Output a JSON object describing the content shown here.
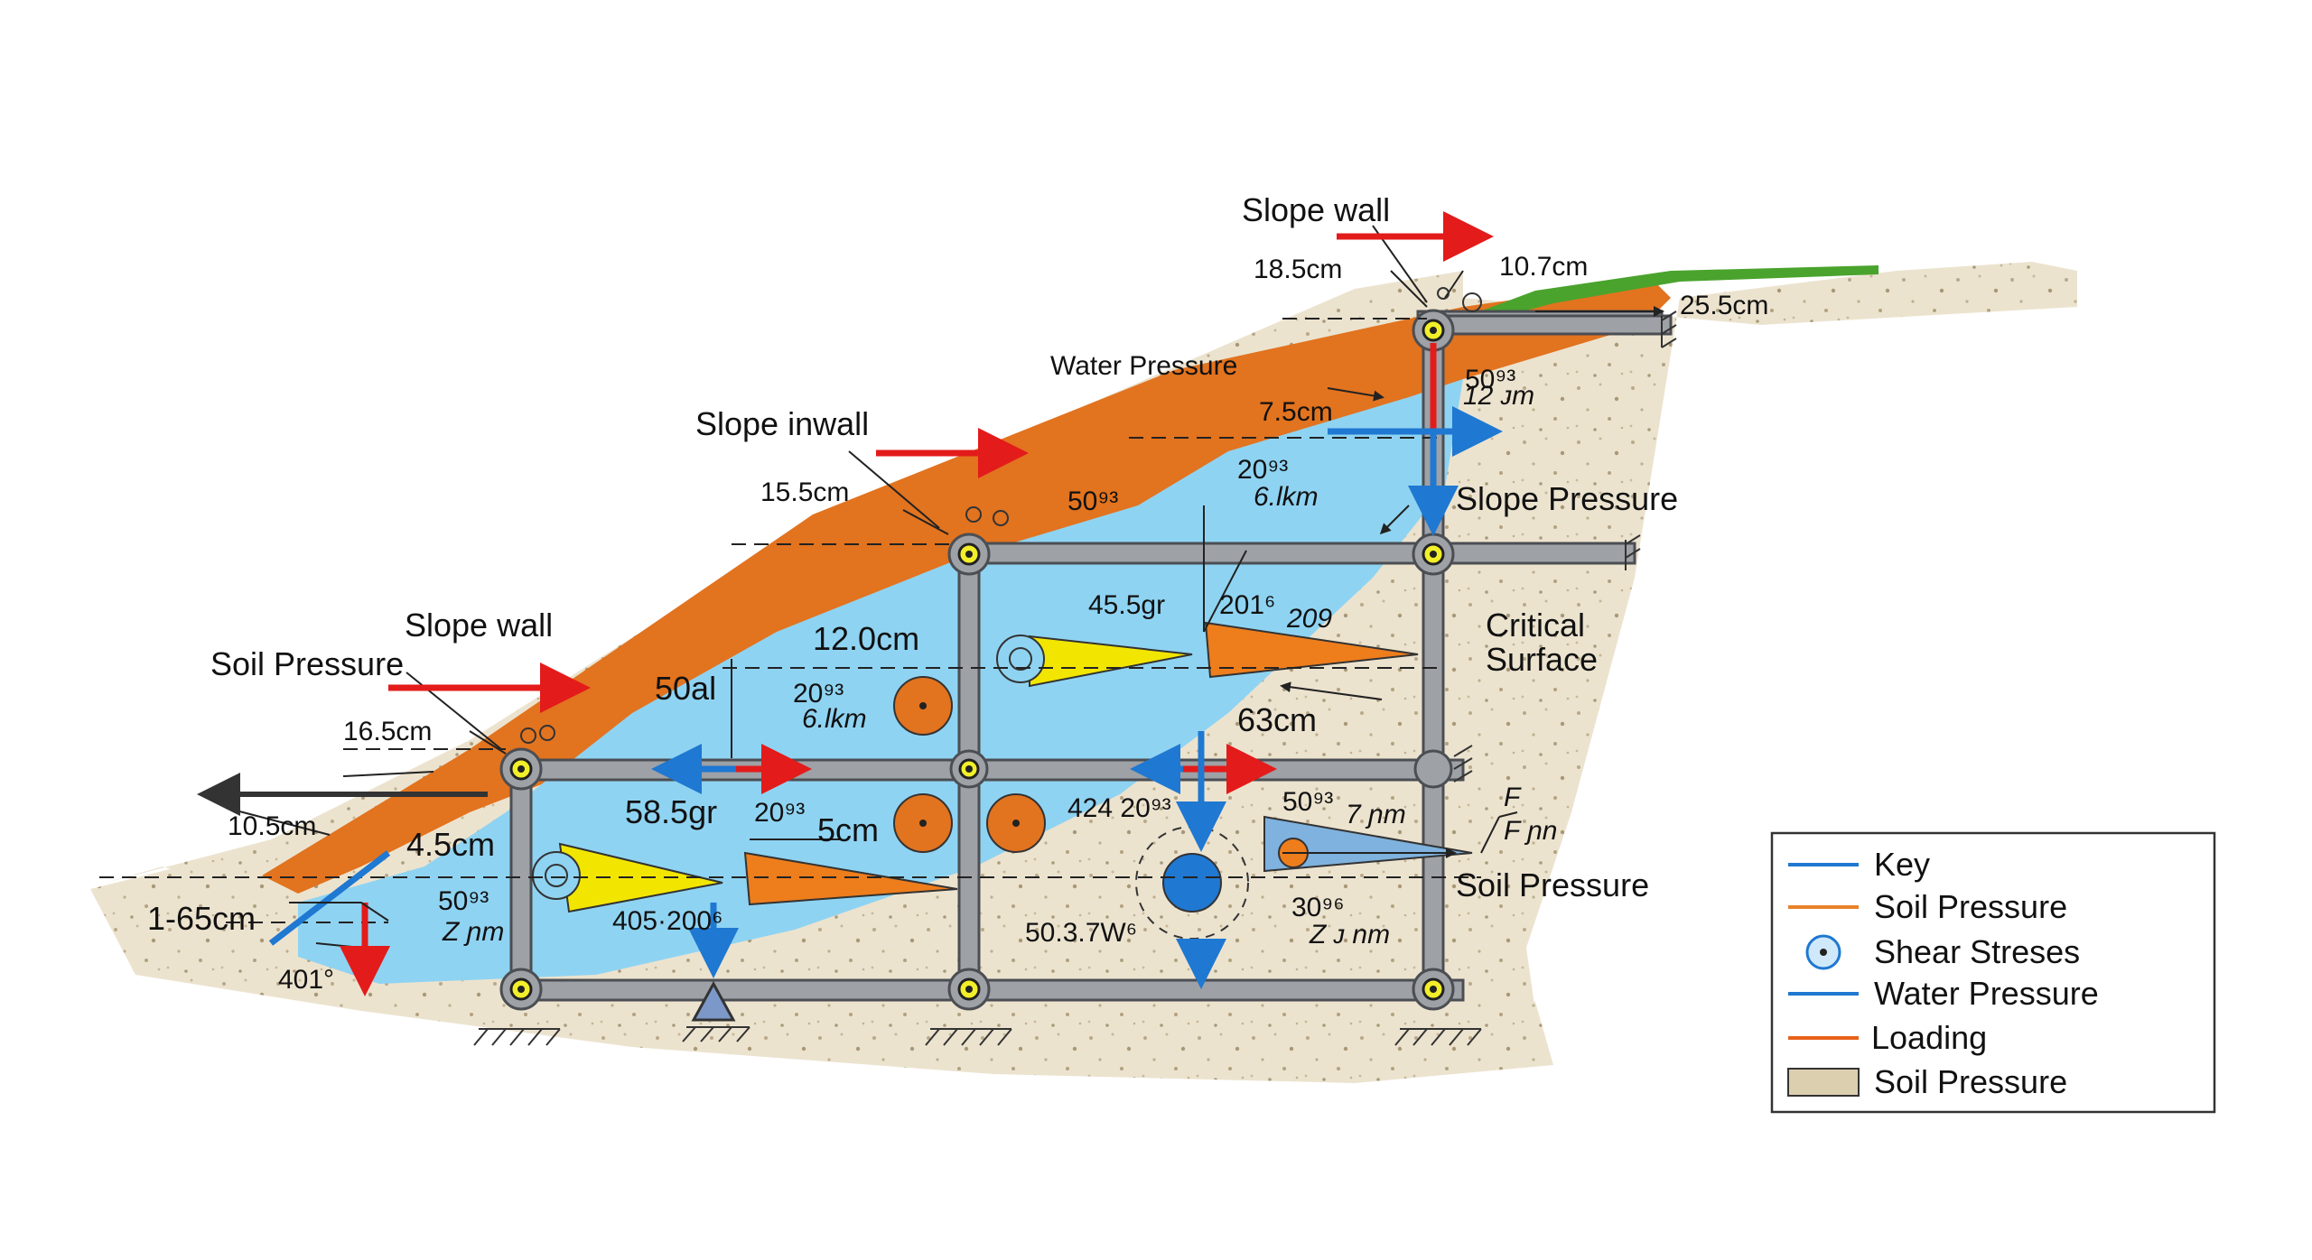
{
  "labels": {
    "slope_wall_top": "Slope wall",
    "dim_18_5": "18.5cm",
    "dim_10_7": "10.7cm",
    "dim_25_5": "25.5cm",
    "water_pressure": "Water Pressure",
    "v_50_top": "50⁹³",
    "v_12_top": "12 ᴊm",
    "dim_7_5": "7.5cm",
    "slope_inwall": "Slope inwall",
    "dim_15_5": "15.5cm",
    "v_50_mid": "50⁹³",
    "v_20_mid": "20⁹³",
    "v_6_lkm_mid": "6.lkm",
    "slope_pressure": "Slope Pressure",
    "v_45_5gr": "45.5gr",
    "v_201": "201⁶",
    "v_209": "209",
    "critical_surface_1": "Critical",
    "critical_surface_2": "Surface",
    "slope_wall_left": "Slope wall",
    "dim_12_0": "12.0cm",
    "soil_pressure_left": "Soil Pressure",
    "v_50al": "50al",
    "v_20_left": "20⁹³",
    "v_6_lkm_left": "6.lkm",
    "dim_63": "63cm",
    "dim_16_5": "16.5cm",
    "dim_10_5": "10.5cm",
    "v_58_5gr": "58.5gr",
    "v_20_lower": "20⁹³",
    "dim_5": "5cm",
    "v_424": "424 20⁹³",
    "v_50_right": "50⁹³",
    "v_7_nm": "7 ɲm",
    "v_F": "F",
    "v_Fnn": "F ɲn",
    "dim_4_5": "4.5cm",
    "soil_pressure_right": "Soil Pressure",
    "dim_1_65": "1-65cm",
    "v_50_low": "50⁹³",
    "v_z_m": "Z ɲm",
    "v_405": "405·200⁶",
    "v_503": "50.3.7W⁶",
    "v_30": "30⁹⁶",
    "v_z_nm": "Z ᴊ nm",
    "v_401": "401°"
  },
  "legend": {
    "items": [
      {
        "label": "Key",
        "swatch": "line",
        "color": "#1f78d1"
      },
      {
        "label": "Soil Pressure",
        "swatch": "line",
        "color": "#e8822a"
      },
      {
        "label": "Shear Streses",
        "swatch": "target",
        "color": "#1f78d1"
      },
      {
        "label": "Water Pressure",
        "swatch": "line",
        "color": "#1f78d1"
      },
      {
        "label": "Loading",
        "swatch": "line",
        "color": "#e8611a"
      },
      {
        "label": "Soil Pressure",
        "swatch": "box",
        "color": "#dccfb0"
      }
    ]
  },
  "colors": {
    "soil": "#e9dfc8",
    "orange_layer": "#e2731f",
    "water": "#8fd3f2",
    "grass": "#4aa32c",
    "red_arrow": "#e31b1b",
    "blue_arrow": "#1f78d1",
    "yellow_wedge": "#f2e600",
    "orange_wedge": "#ee7d1c"
  }
}
